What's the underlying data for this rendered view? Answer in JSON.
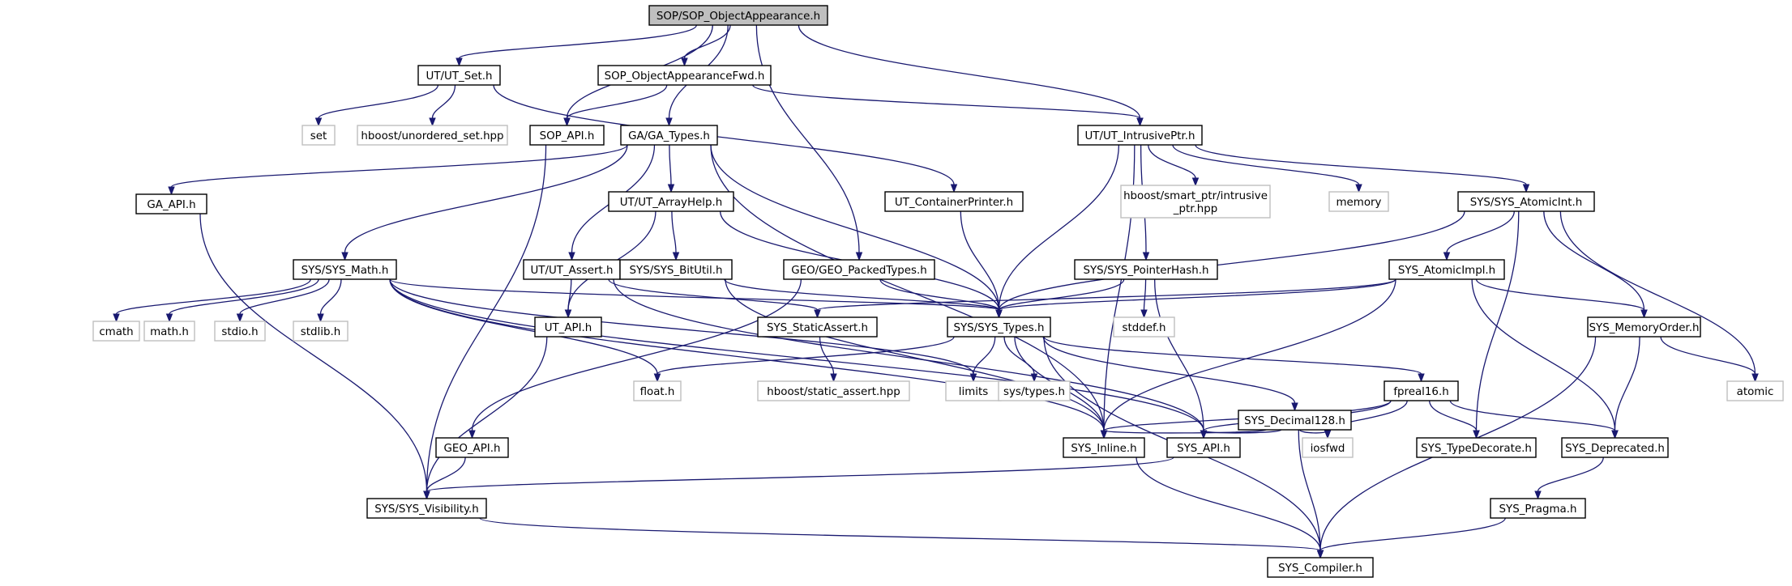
{
  "graph": {
    "colors": {
      "edge": "#191970",
      "selected_fill": "#bfbfbf",
      "node_border": "#000000",
      "external_border": "#bfbfbf"
    },
    "nodes": [
      {
        "id": "sop_objappearance",
        "label": "SOP/SOP_ObjectAppearance.h",
        "kind": "selected"
      },
      {
        "id": "ut_set",
        "label": "UT/UT_Set.h",
        "kind": "doc"
      },
      {
        "id": "sop_objfwd",
        "label": "SOP_ObjectAppearanceFwd.h",
        "kind": "doc"
      },
      {
        "id": "set",
        "label": "set",
        "kind": "external"
      },
      {
        "id": "hboost_unordered",
        "label": "hboost/unordered_set.hpp",
        "kind": "external"
      },
      {
        "id": "sop_api",
        "label": "SOP_API.h",
        "kind": "doc"
      },
      {
        "id": "ga_types",
        "label": "GA/GA_Types.h",
        "kind": "doc"
      },
      {
        "id": "ut_intrusive",
        "label": "UT/UT_IntrusivePtr.h",
        "kind": "doc"
      },
      {
        "id": "ga_api",
        "label": "GA_API.h",
        "kind": "doc"
      },
      {
        "id": "ut_arrayhelp",
        "label": "UT/UT_ArrayHelp.h",
        "kind": "doc"
      },
      {
        "id": "ut_containerprinter",
        "label": "UT_ContainerPrinter.h",
        "kind": "doc"
      },
      {
        "id": "hboost_smartptr",
        "label": "hboost/smart_ptr/intrusive_ptr.hpp",
        "lines": [
          "hboost/smart_ptr/intrusive",
          "_ptr.hpp"
        ],
        "kind": "external"
      },
      {
        "id": "memory",
        "label": "memory",
        "kind": "external"
      },
      {
        "id": "sys_atomicint",
        "label": "SYS/SYS_AtomicInt.h",
        "kind": "doc"
      },
      {
        "id": "sys_math",
        "label": "SYS/SYS_Math.h",
        "kind": "doc"
      },
      {
        "id": "ut_assert",
        "label": "UT/UT_Assert.h",
        "kind": "doc"
      },
      {
        "id": "sys_bitutil",
        "label": "SYS/SYS_BitUtil.h",
        "kind": "doc"
      },
      {
        "id": "geo_packed",
        "label": "GEO/GEO_PackedTypes.h",
        "kind": "doc"
      },
      {
        "id": "sys_pointerhash",
        "label": "SYS/SYS_PointerHash.h",
        "kind": "doc"
      },
      {
        "id": "sys_atomicimpl",
        "label": "SYS_AtomicImpl.h",
        "kind": "doc"
      },
      {
        "id": "cmath",
        "label": "cmath",
        "kind": "external"
      },
      {
        "id": "math_h",
        "label": "math.h",
        "kind": "external"
      },
      {
        "id": "stdio_h",
        "label": "stdio.h",
        "kind": "external"
      },
      {
        "id": "stdlib_h",
        "label": "stdlib.h",
        "kind": "external"
      },
      {
        "id": "ut_api",
        "label": "UT_API.h",
        "kind": "doc"
      },
      {
        "id": "sys_staticassert",
        "label": "SYS_StaticAssert.h",
        "kind": "doc"
      },
      {
        "id": "sys_types",
        "label": "SYS/SYS_Types.h",
        "kind": "doc"
      },
      {
        "id": "stddef_h",
        "label": "stddef.h",
        "kind": "external"
      },
      {
        "id": "sys_memorder",
        "label": "SYS_MemoryOrder.h",
        "kind": "doc"
      },
      {
        "id": "float_h",
        "label": "float.h",
        "kind": "external"
      },
      {
        "id": "hboost_staticassert",
        "label": "hboost/static_assert.hpp",
        "kind": "external"
      },
      {
        "id": "limits",
        "label": "limits",
        "kind": "external"
      },
      {
        "id": "sys_types_h",
        "label": "sys/types.h",
        "kind": "external"
      },
      {
        "id": "sys_decimal",
        "label": "SYS_Decimal128.h",
        "kind": "doc"
      },
      {
        "id": "fpreal16",
        "label": "fpreal16.h",
        "kind": "doc"
      },
      {
        "id": "atomic",
        "label": "atomic",
        "kind": "external"
      },
      {
        "id": "geo_api",
        "label": "GEO_API.h",
        "kind": "doc"
      },
      {
        "id": "sys_inline",
        "label": "SYS_Inline.h",
        "kind": "doc"
      },
      {
        "id": "sys_api",
        "label": "SYS_API.h",
        "kind": "doc"
      },
      {
        "id": "iosfwd",
        "label": "iosfwd",
        "kind": "external"
      },
      {
        "id": "sys_typedecorate",
        "label": "SYS_TypeDecorate.h",
        "kind": "doc"
      },
      {
        "id": "sys_deprecated",
        "label": "SYS_Deprecated.h",
        "kind": "doc"
      },
      {
        "id": "sys_visibility",
        "label": "SYS/SYS_Visibility.h",
        "kind": "doc"
      },
      {
        "id": "sys_pragma",
        "label": "SYS_Pragma.h",
        "kind": "doc"
      },
      {
        "id": "sys_compiler",
        "label": "SYS_Compiler.h",
        "kind": "doc"
      }
    ],
    "edges": [
      [
        "sop_objappearance",
        "ut_set"
      ],
      [
        "sop_objappearance",
        "sop_objfwd"
      ],
      [
        "sop_objappearance",
        "sop_api"
      ],
      [
        "sop_objappearance",
        "ga_types"
      ],
      [
        "sop_objappearance",
        "geo_packed"
      ],
      [
        "sop_objappearance",
        "ut_intrusive"
      ],
      [
        "ut_set",
        "set"
      ],
      [
        "ut_set",
        "hboost_unordered"
      ],
      [
        "ut_set",
        "ut_containerprinter"
      ],
      [
        "sop_objfwd",
        "sop_api"
      ],
      [
        "sop_objfwd",
        "ut_intrusive"
      ],
      [
        "sop_api",
        "sys_visibility"
      ],
      [
        "ga_types",
        "ga_api"
      ],
      [
        "ga_types",
        "sys_math"
      ],
      [
        "ga_types",
        "ut_arrayhelp"
      ],
      [
        "ga_types",
        "ut_assert"
      ],
      [
        "ga_types",
        "sys_types"
      ],
      [
        "ga_types",
        "sys_inline"
      ],
      [
        "ut_intrusive",
        "hboost_smartptr"
      ],
      [
        "ut_intrusive",
        "memory"
      ],
      [
        "ut_intrusive",
        "sys_atomicint"
      ],
      [
        "ut_intrusive",
        "sys_pointerhash"
      ],
      [
        "ut_intrusive",
        "sys_types"
      ],
      [
        "ut_intrusive",
        "sys_inline"
      ],
      [
        "ga_api",
        "sys_visibility"
      ],
      [
        "ut_arrayhelp",
        "sys_bitutil"
      ],
      [
        "ut_arrayhelp",
        "ut_api"
      ],
      [
        "ut_arrayhelp",
        "sys_types"
      ],
      [
        "ut_containerprinter",
        "sys_types"
      ],
      [
        "sys_atomicint",
        "sys_atomicimpl"
      ],
      [
        "sys_atomicint",
        "sys_memorder"
      ],
      [
        "sys_atomicint",
        "atomic"
      ],
      [
        "sys_atomicint",
        "sys_typedecorate"
      ],
      [
        "sys_atomicint",
        "sys_types"
      ],
      [
        "sys_math",
        "cmath"
      ],
      [
        "sys_math",
        "math_h"
      ],
      [
        "sys_math",
        "stdio_h"
      ],
      [
        "sys_math",
        "stdlib_h"
      ],
      [
        "sys_math",
        "float_h"
      ],
      [
        "sys_math",
        "limits"
      ],
      [
        "sys_math",
        "sys_types"
      ],
      [
        "sys_math",
        "sys_inline"
      ],
      [
        "sys_math",
        "sys_api"
      ],
      [
        "ut_assert",
        "ut_api"
      ],
      [
        "ut_assert",
        "sys_staticassert"
      ],
      [
        "ut_assert",
        "sys_api"
      ],
      [
        "sys_bitutil",
        "sys_types"
      ],
      [
        "sys_bitutil",
        "sys_inline"
      ],
      [
        "geo_packed",
        "geo_api"
      ],
      [
        "geo_packed",
        "sys_types"
      ],
      [
        "sys_pointerhash",
        "sys_types"
      ],
      [
        "sys_pointerhash",
        "stddef_h"
      ],
      [
        "sys_pointerhash",
        "sys_api"
      ],
      [
        "sys_atomicimpl",
        "sys_staticassert"
      ],
      [
        "sys_atomicimpl",
        "sys_types"
      ],
      [
        "sys_atomicimpl",
        "sys_memorder"
      ],
      [
        "sys_atomicimpl",
        "sys_deprecated"
      ],
      [
        "sys_atomicimpl",
        "sys_inline"
      ],
      [
        "ut_api",
        "sys_visibility"
      ],
      [
        "sys_staticassert",
        "hboost_staticassert"
      ],
      [
        "sys_types",
        "float_h"
      ],
      [
        "sys_types",
        "limits"
      ],
      [
        "sys_types",
        "sys_types_h"
      ],
      [
        "sys_types",
        "sys_decimal"
      ],
      [
        "sys_types",
        "fpreal16"
      ],
      [
        "sys_types",
        "sys_inline"
      ],
      [
        "sys_types",
        "sys_compiler"
      ],
      [
        "sys_memorder",
        "atomic"
      ],
      [
        "sys_memorder",
        "sys_deprecated"
      ],
      [
        "sys_memorder",
        "sys_compiler"
      ],
      [
        "sys_decimal",
        "sys_api"
      ],
      [
        "sys_decimal",
        "iosfwd"
      ],
      [
        "sys_decimal",
        "sys_inline"
      ],
      [
        "sys_decimal",
        "sys_compiler"
      ],
      [
        "fpreal16",
        "sys_api"
      ],
      [
        "fpreal16",
        "sys_inline"
      ],
      [
        "fpreal16",
        "iosfwd"
      ],
      [
        "fpreal16",
        "sys_typedecorate"
      ],
      [
        "fpreal16",
        "sys_deprecated"
      ],
      [
        "geo_api",
        "sys_visibility"
      ],
      [
        "sys_inline",
        "sys_compiler"
      ],
      [
        "sys_api",
        "sys_visibility"
      ],
      [
        "sys_deprecated",
        "sys_pragma"
      ],
      [
        "sys_pragma",
        "sys_compiler"
      ],
      [
        "sys_visibility",
        "sys_compiler"
      ]
    ]
  }
}
